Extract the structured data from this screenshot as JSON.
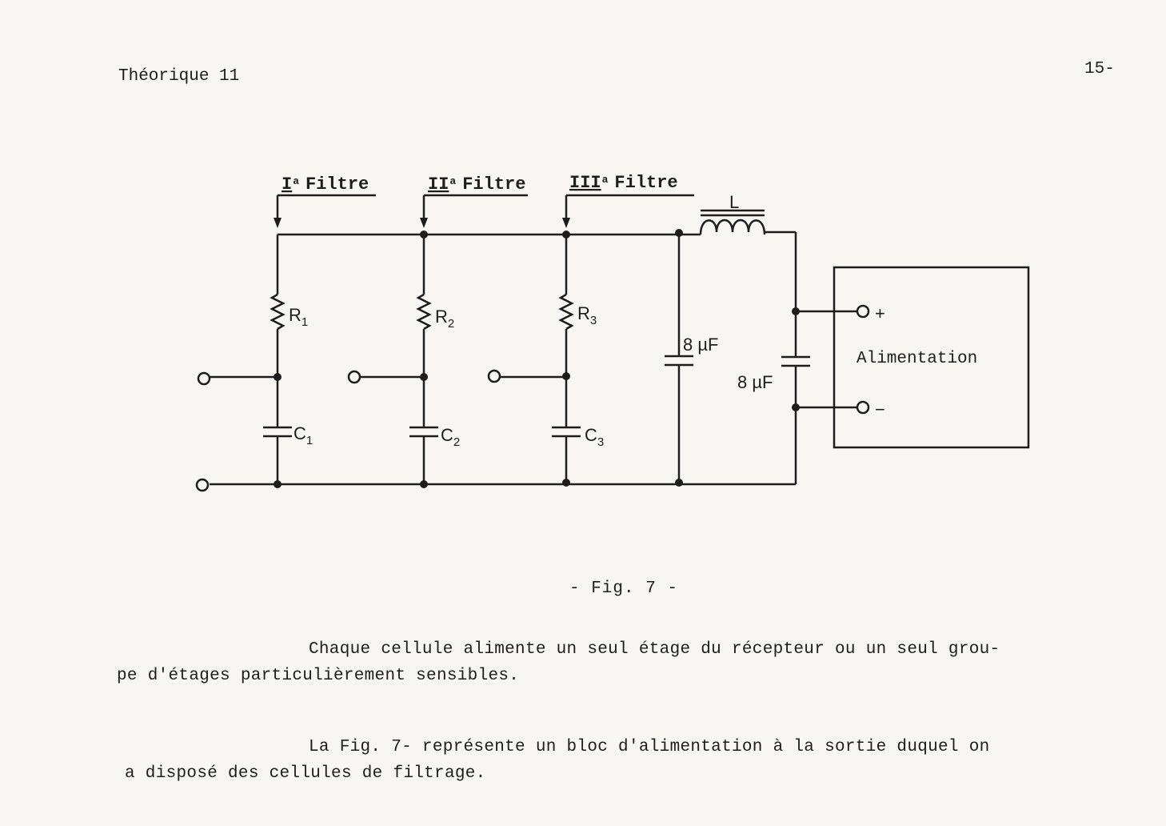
{
  "header": {
    "left": "Théorique 11",
    "right": "15-"
  },
  "figure": {
    "filters": [
      {
        "numeral": "I",
        "suffix": "a",
        "label": "Filtre"
      },
      {
        "numeral": "II",
        "suffix": "a",
        "label": "Filtre"
      },
      {
        "numeral": "III",
        "suffix": "a",
        "label": "Filtre"
      }
    ],
    "components": {
      "r1": {
        "letter": "R",
        "sub": "1"
      },
      "r2": {
        "letter": "R",
        "sub": "2"
      },
      "r3": {
        "letter": "R",
        "sub": "3"
      },
      "c1": {
        "letter": "C",
        "sub": "1"
      },
      "c2": {
        "letter": "C",
        "sub": "2"
      },
      "c3": {
        "letter": "C",
        "sub": "3"
      },
      "cap_left": "8 µF",
      "cap_right": "8 µF",
      "inductor": "L"
    },
    "supply": {
      "label": "Alimentation",
      "plus": "+",
      "minus": "−"
    },
    "caption": "- Fig. 7 -"
  },
  "body": {
    "p1_line1": "Chaque cellule alimente un seul étage du récepteur ou un seul grou-",
    "p1_line2": "pe d'étages particulièrement sensibles.",
    "p2_line1": "La Fig. 7- représente un bloc d'alimentation à la sortie duquel on",
    "p2_line2": "a disposé des cellules de filtrage."
  }
}
